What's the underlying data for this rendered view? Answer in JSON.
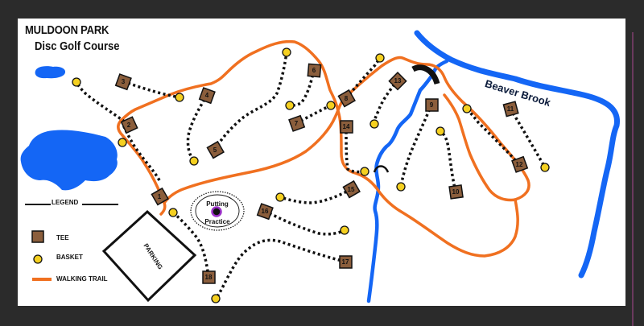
{
  "map": {
    "title": "MULDOON PARK",
    "subtitle": "Disc Golf  Course",
    "colors": {
      "background": "#2b2b2b",
      "panel": "#ffffff",
      "water": "#1466f5",
      "trail": "#f07020",
      "tee": "#8b5e3c",
      "basket": "#f5d020",
      "fairway": "#111111",
      "putting_hole": "#9b30c8"
    },
    "labels": {
      "brook": "Beaver Brook",
      "parking": "PARKING",
      "putting_line1": "Putting",
      "putting_line2": "Practice"
    },
    "legend": {
      "title": "LEGEND",
      "items": [
        {
          "symbol": "tee-square",
          "label": "TEE"
        },
        {
          "symbol": "basket-circle",
          "label": "BASKET"
        },
        {
          "symbol": "orange-line",
          "label": "WALKING TRAIL"
        }
      ]
    },
    "holes": [
      {
        "number": "1",
        "tee": [
          198,
          224
        ],
        "basket": [
          152,
          153
        ]
      },
      {
        "number": "2",
        "tee": [
          160,
          155
        ],
        "basket": [
          95,
          102
        ]
      },
      {
        "number": "3",
        "tee": [
          153,
          101
        ],
        "basket": [
          223,
          121
        ]
      },
      {
        "number": "4",
        "tee": [
          257,
          118
        ],
        "basket": [
          241,
          200
        ]
      },
      {
        "number": "5",
        "tee": [
          267,
          186
        ],
        "basket": [
          356,
          65
        ]
      },
      {
        "number": "6",
        "tee": [
          390,
          87
        ],
        "basket": [
          360,
          131
        ]
      },
      {
        "number": "7",
        "tee": [
          368,
          153
        ],
        "basket": [
          411,
          131
        ]
      },
      {
        "number": "8",
        "tee": [
          430,
          122
        ],
        "basket": [
          472,
          72
        ]
      },
      {
        "number": "9",
        "tee": [
          536,
          130
        ],
        "basket": [
          498,
          232
        ]
      },
      {
        "number": "10",
        "tee": [
          566,
          238
        ],
        "basket": [
          547,
          163
        ]
      },
      {
        "number": "11",
        "tee": [
          634,
          135
        ],
        "basket": [
          677,
          208
        ]
      },
      {
        "number": "12",
        "tee": [
          645,
          204
        ],
        "basket": [
          580,
          135
        ]
      },
      {
        "number": "13",
        "tee": [
          494,
          100
        ],
        "basket": [
          465,
          154
        ]
      },
      {
        "number": "14",
        "tee": [
          430,
          157
        ],
        "basket": [
          453,
          213
        ]
      },
      {
        "number": "15",
        "tee": [
          436,
          235
        ],
        "basket": [
          348,
          245
        ]
      },
      {
        "number": "16",
        "tee": [
          329,
          262
        ],
        "basket": [
          428,
          286
        ]
      },
      {
        "number": "17",
        "tee": [
          429,
          325
        ],
        "basket": [
          268,
          371
        ]
      },
      {
        "number": "18",
        "tee": [
          259,
          344
        ],
        "basket": [
          215,
          264
        ]
      }
    ]
  }
}
